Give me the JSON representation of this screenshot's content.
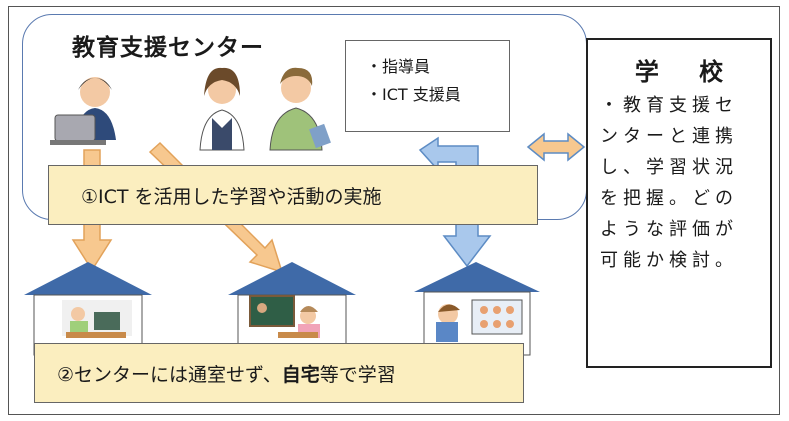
{
  "center": {
    "title": "教育支援センター",
    "staff": [
      "・指導員",
      "・ICT 支援員"
    ]
  },
  "school": {
    "title": "学 校",
    "description": "・教育支援センターと連携し、学習状況を把握。どのような評価が可能か検討。"
  },
  "step1": {
    "label": "①ICT を活用した学習や活動の実施"
  },
  "step2": {
    "prefix": "②センターには通室せず、",
    "emphasis": "自宅",
    "suffix": "等で学習"
  },
  "colors": {
    "banner_fill": "#fbeebf",
    "arrow_fill": "#f7c88f",
    "arrow_blue": "#7aa8d8",
    "roof": "#3f6aa8",
    "frame_blue": "#5a7ab0"
  },
  "icons": [
    "person-at-laptop-icon",
    "staff-woman-icon",
    "staff-man-icon",
    "home-study-icon",
    "home-online-class-icon",
    "home-video-call-icon"
  ]
}
